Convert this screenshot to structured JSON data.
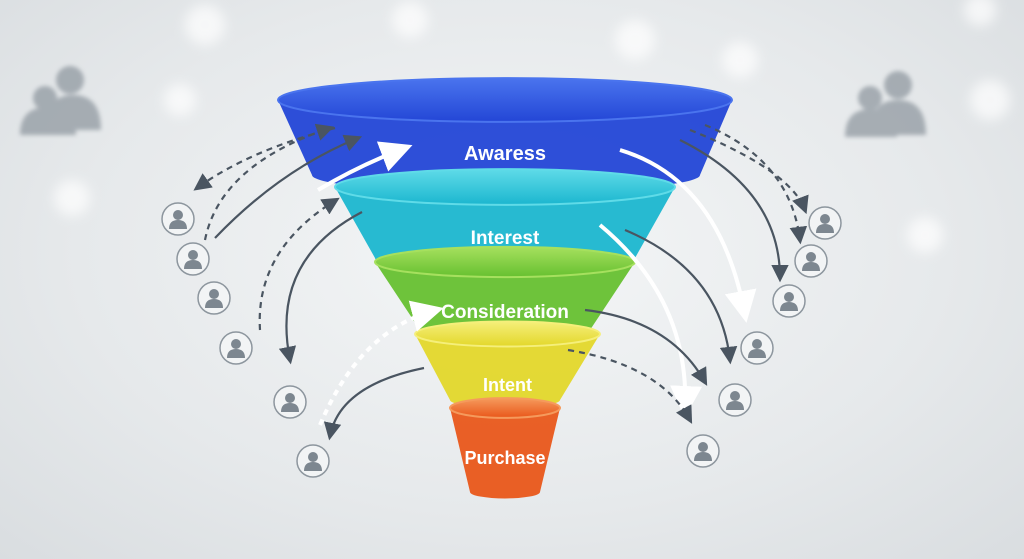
{
  "stages": [
    {
      "label": "Awaress",
      "color": "#2346d6",
      "light": "#4a74ee"
    },
    {
      "label": "Interest",
      "color": "#1bb6cf",
      "light": "#5fdbe8"
    },
    {
      "label": "Consideration",
      "color": "#66c030",
      "light": "#a6e05e"
    },
    {
      "label": "Intent",
      "color": "#e3d72a",
      "light": "#f5ef7a"
    },
    {
      "label": "Purchase",
      "color": "#e9571a",
      "light": "#f59a5c"
    }
  ],
  "icons": {
    "person": "person-icon",
    "group": "user-group-icon"
  }
}
